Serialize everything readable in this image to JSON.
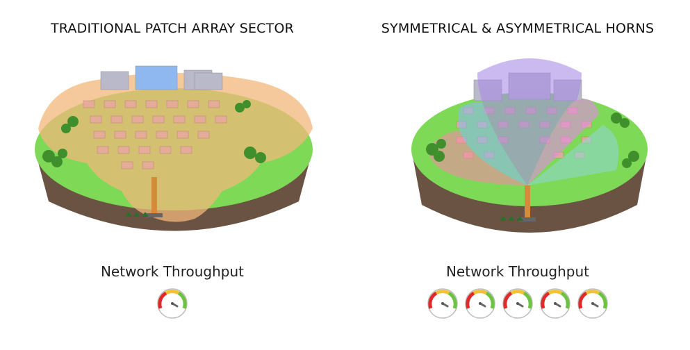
{
  "left_panel": {
    "title": "TRADITIONAL PATCH ARRAY SECTOR",
    "metric_label": "Network Throughput",
    "gauge_count": 1
  },
  "right_panel": {
    "title": "SYMMETRICAL & ASYMMETRICAL HORNS",
    "metric_label": "Network Throughput",
    "gauge_count": 5
  },
  "colors": {
    "grass": "#7ed957",
    "earth": "#6b5343",
    "patch_coverage": "#f2b77a",
    "horn_purple": "#a98ce6",
    "horn_pink": "#f38aa7",
    "horn_blue": "#8fb8f0",
    "horn_magenta": "#e58ae6",
    "horn_teal": "#8fd6d0",
    "gauge_red": "#e02a2a",
    "gauge_yellow": "#f2c230",
    "gauge_green": "#6cc341"
  },
  "icons": [
    "building-icon",
    "tree-icon",
    "antenna-tower-icon",
    "gauge-icon"
  ]
}
